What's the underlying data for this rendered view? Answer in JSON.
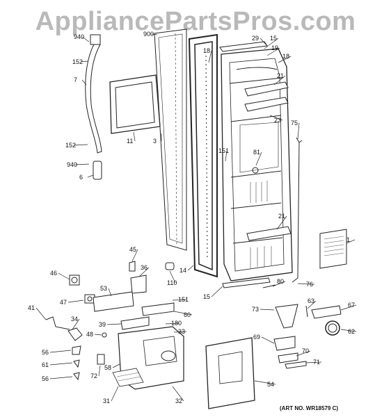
{
  "watermark": "AppliancePartsPros.com",
  "art_number": "(ART NO. WR18579 C)",
  "callouts": [
    {
      "id": "940a",
      "label": "940"
    },
    {
      "id": "900",
      "label": "900"
    },
    {
      "id": "29",
      "label": "29"
    },
    {
      "id": "15a",
      "label": "15"
    },
    {
      "id": "19",
      "label": "19"
    },
    {
      "id": "18a",
      "label": "18"
    },
    {
      "id": "18b",
      "label": "18"
    },
    {
      "id": "152a",
      "label": "152"
    },
    {
      "id": "7",
      "label": "7"
    },
    {
      "id": "21a",
      "label": "21"
    },
    {
      "id": "23",
      "label": "23"
    },
    {
      "id": "11",
      "label": "11"
    },
    {
      "id": "3",
      "label": "3"
    },
    {
      "id": "75",
      "label": "75"
    },
    {
      "id": "152b",
      "label": "152"
    },
    {
      "id": "151a",
      "label": "151"
    },
    {
      "id": "81",
      "label": "81"
    },
    {
      "id": "940b",
      "label": "940"
    },
    {
      "id": "6",
      "label": "6"
    },
    {
      "id": "21b",
      "label": "21"
    },
    {
      "id": "1",
      "label": "1"
    },
    {
      "id": "45",
      "label": "45"
    },
    {
      "id": "14",
      "label": "14"
    },
    {
      "id": "46",
      "label": "46"
    },
    {
      "id": "36",
      "label": "36"
    },
    {
      "id": "110",
      "label": "110"
    },
    {
      "id": "80",
      "label": "80"
    },
    {
      "id": "76",
      "label": "76"
    },
    {
      "id": "15b",
      "label": "15"
    },
    {
      "id": "53",
      "label": "53"
    },
    {
      "id": "47",
      "label": "47"
    },
    {
      "id": "151b",
      "label": "151"
    },
    {
      "id": "73",
      "label": "73"
    },
    {
      "id": "63",
      "label": "63"
    },
    {
      "id": "67",
      "label": "67"
    },
    {
      "id": "41",
      "label": "41"
    },
    {
      "id": "60",
      "label": "60"
    },
    {
      "id": "34",
      "label": "34"
    },
    {
      "id": "39",
      "label": "39"
    },
    {
      "id": "180",
      "label": "180"
    },
    {
      "id": "62",
      "label": "62"
    },
    {
      "id": "48",
      "label": "48"
    },
    {
      "id": "33",
      "label": "33"
    },
    {
      "id": "69",
      "label": "69"
    },
    {
      "id": "56a",
      "label": "56"
    },
    {
      "id": "70",
      "label": "70"
    },
    {
      "id": "58",
      "label": "58"
    },
    {
      "id": "71",
      "label": "71"
    },
    {
      "id": "61",
      "label": "61"
    },
    {
      "id": "72",
      "label": "72"
    },
    {
      "id": "56b",
      "label": "56"
    },
    {
      "id": "54",
      "label": "54"
    },
    {
      "id": "31",
      "label": "31"
    },
    {
      "id": "32",
      "label": "32"
    }
  ]
}
